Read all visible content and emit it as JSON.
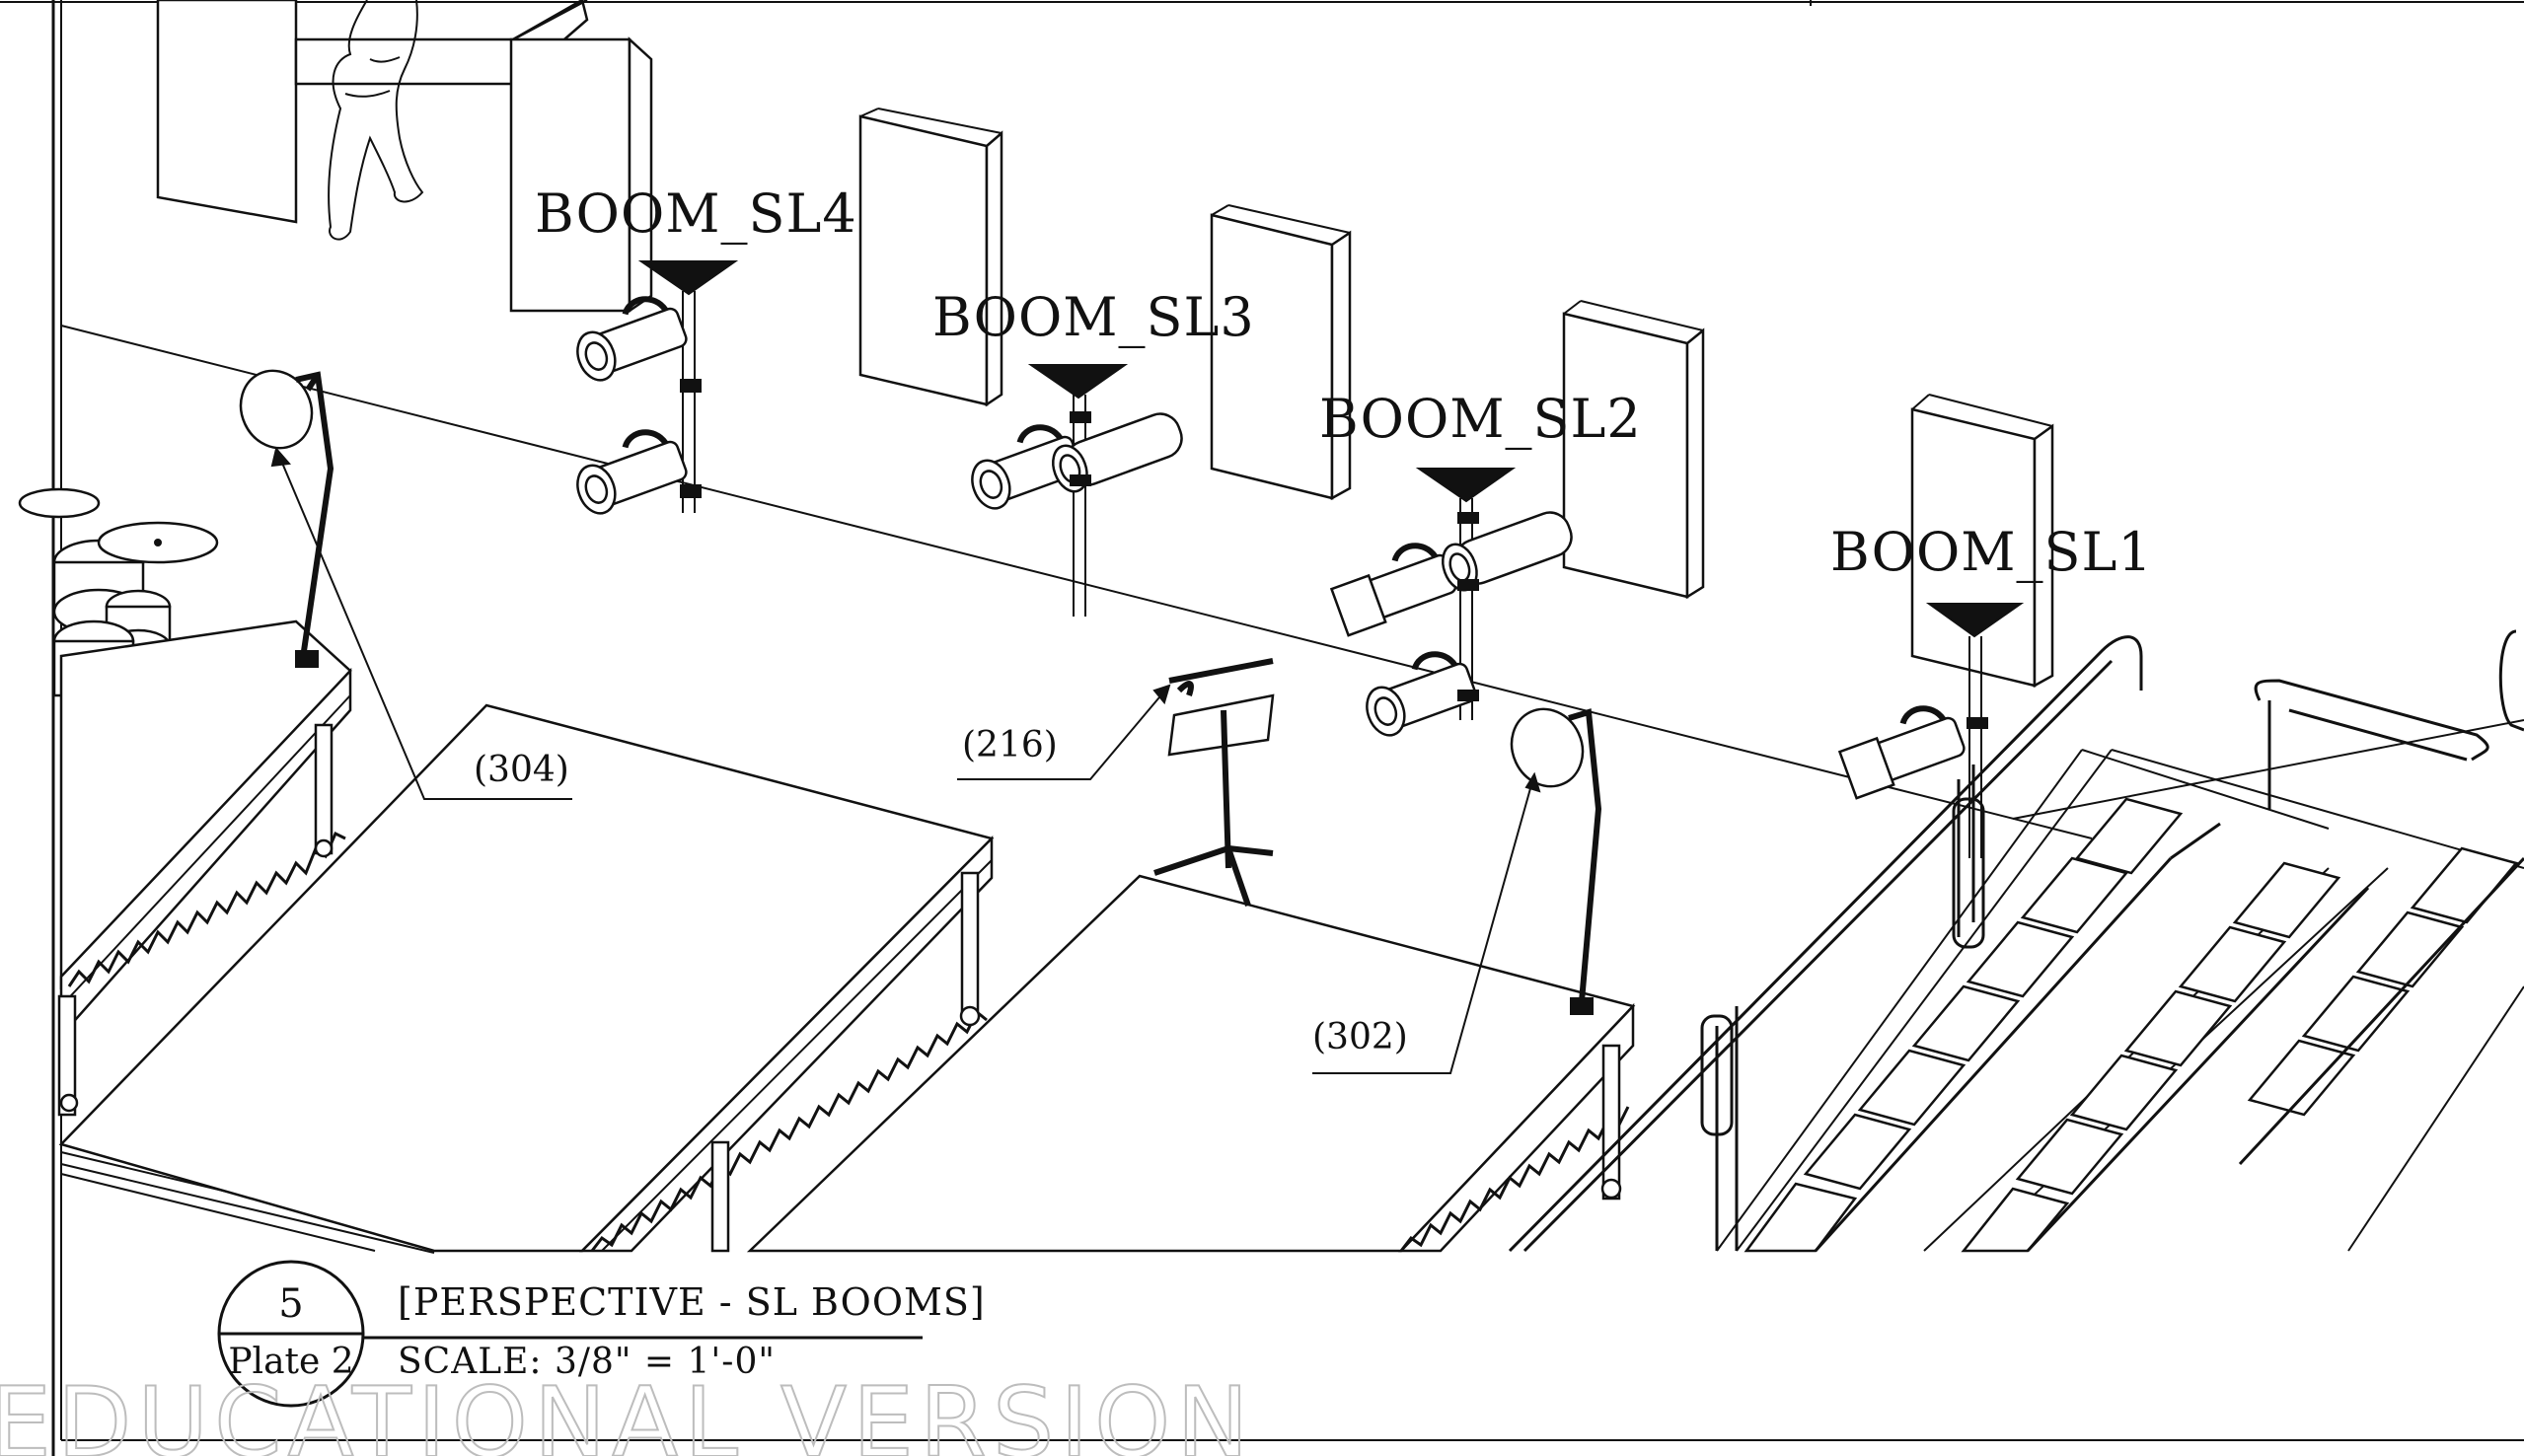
{
  "booms": [
    {
      "label": "BOOM_SL4"
    },
    {
      "label": "BOOM_SL3"
    },
    {
      "label": "BOOM_SL2"
    },
    {
      "label": "BOOM_SL1"
    }
  ],
  "callouts": [
    "(304)",
    "(216)",
    "(302)"
  ],
  "title_block": {
    "detail_number": "5",
    "plate": "Plate 2",
    "title": "[PERSPECTIVE - SL BOOMS]",
    "scale": "SCALE: 3/8\" = 1'-0\""
  },
  "watermark": "EDUCATIONAL VERSION"
}
